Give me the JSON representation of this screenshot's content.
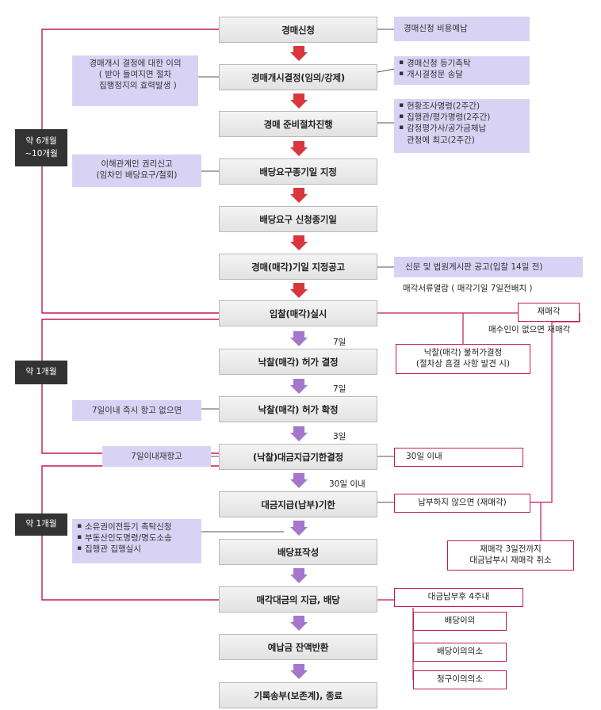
{
  "steps": [
    "경매신청",
    "경매개시결정(임의/강제)",
    "경매 준비절차진행",
    "배당요구종기일 지정",
    "배당요구 신청종기일",
    "경매(매각)기일 지정공고",
    "입찰(매각)실시",
    "낙찰(매각) 허가 결정",
    "낙찰(매각) 허가 확정",
    "(낙찰)대금지급기한결정",
    "대금지급(납부)기한",
    "배당표작성",
    "매각대금의 지급, 배당",
    "예납금 잔액반환",
    "기록송부(보존계), 종료"
  ],
  "durations": [
    "약 6개월\n~10개월",
    "약 1개월",
    "약 1개월"
  ],
  "gaps": {
    "after_auction": "7일",
    "after_permit": "7일",
    "after_confirm": "3일",
    "after_deadline": "30일 이내"
  },
  "left_notes": {
    "objection": "경매개시 결정에 대한 이의\n( 받아 들여지면 절차\n  집행정지의 효력발생 )",
    "report": "이해관계인 권리신고\n(임차인 배당요구/철회)",
    "appeal7": "7일이내 즉시 항고 없으면",
    "appeal7b": "7일이내재항고",
    "after_payment": [
      "소유권이전등기 촉탁신청",
      "부동산인도명령/명도소송",
      "집행관 집행실시"
    ]
  },
  "right_notes": {
    "fee": "경매신청 비용예납",
    "registration": [
      "경매신청 등기촉탁",
      "개시결정문 송달"
    ],
    "prep": [
      "현황조사명령(2주간)",
      "집행관/평가명령(2주간)",
      "감정평가사/공가금체납\n관청에 최고(2주간)"
    ],
    "notice": "신문 및 법원게시판 공고(입찰 14일 전)",
    "viewing": "매각서류열람 ( 매각기일  7일전배치 )",
    "reauction": "재매각",
    "no_buyer": "매수인이 없으면  재매각",
    "no_permit": "낙찰(매각) 불허가결정\n(절차상 흠결 사항 발견 시)",
    "within30": "30일 이내",
    "unpaid": "납부하지 않으면 (재매각)",
    "cancel": "재매각 3일전까지\n대금납부시 재매각 취소",
    "after_payment": "대금납부후 4주내",
    "objections": [
      "배당이의",
      "배당이의의소",
      "청구이의의소"
    ]
  },
  "colors": {
    "connector": "#c3185a",
    "arrow_red": "#d9363e",
    "arrow_purple": "#a477cd",
    "note_bg": "#d8d3f4"
  }
}
